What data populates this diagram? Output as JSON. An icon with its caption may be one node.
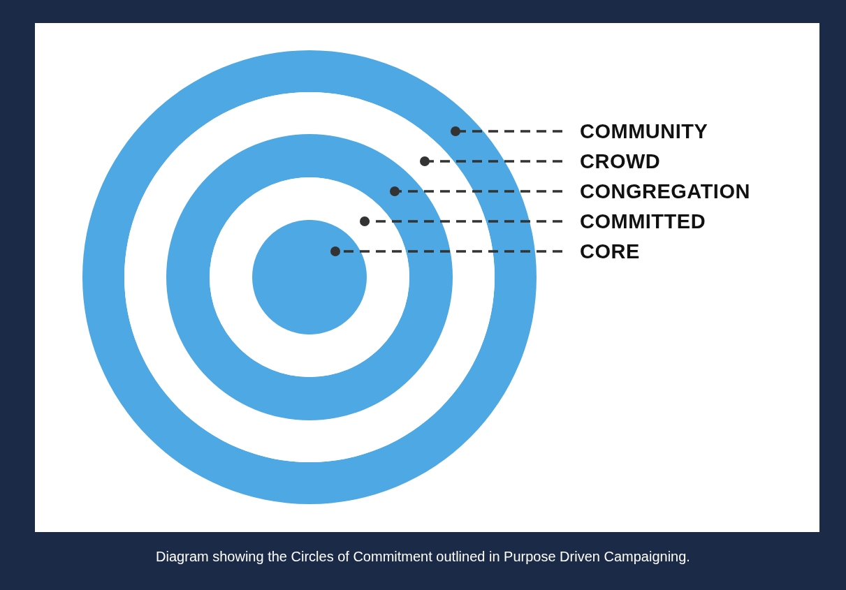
{
  "diagram": {
    "caption": "Diagram showing the Circles of Commitment outlined in Purpose Driven Campaigning.",
    "nodes": [
      {
        "text": [
          "COMMUNITY"
        ]
      },
      {
        "text": [
          "CROWD"
        ]
      },
      {
        "text": [
          "CONGREGATION"
        ]
      },
      {
        "text": [
          "COMMITTED"
        ]
      },
      {
        "text": [
          "CORE"
        ]
      },
      {
        "text": [],
        "shape": "circle"
      },
      {
        "text": [],
        "shape": "circle",
        "in": 5
      },
      {
        "text": [],
        "shape": "circle",
        "in": 6
      },
      {
        "text": [],
        "shape": "circle",
        "in": 7
      },
      {
        "text": [],
        "shape": "circle",
        "in": 8
      }
    ],
    "edges": [
      {
        "from": 0,
        "to": 5,
        "arrow": "other",
        "style": "dashed"
      },
      {
        "from": 1,
        "to": 6,
        "arrow": "other",
        "style": "dashed"
      },
      {
        "from": 2,
        "to": 7,
        "arrow": "other",
        "style": "dashed"
      },
      {
        "from": 3,
        "to": 8,
        "arrow": "other",
        "style": "dashed"
      },
      {
        "from": 4,
        "to": 9,
        "arrow": "other",
        "style": "dashed"
      }
    ]
  }
}
